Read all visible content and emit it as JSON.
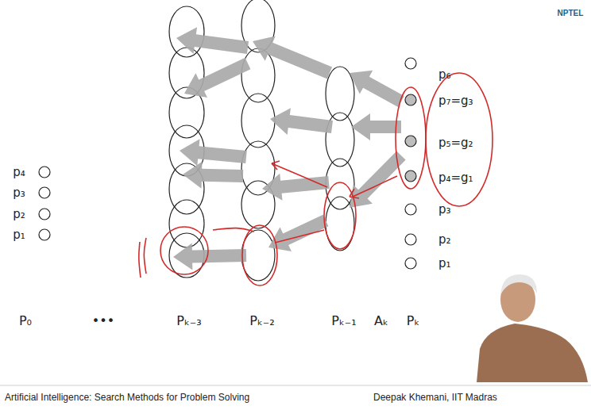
{
  "diagram": {
    "labels": [
      "NPTEL",
      "p₄",
      "p₃",
      "p₂",
      "p₁",
      "P₀",
      "•••",
      "Pₖ₋₃",
      "Pₖ₋₂",
      "Pₖ₋₁",
      "Aₖ",
      "Pₖ",
      "p₆",
      "p₇=g₃",
      "p₅=g₂",
      "p₄=g₁",
      "p₃",
      "p₂",
      "p₁",
      "Artificial Intelligence: Search Methods for Problem Solving",
      "Deepak Khemani, IIT Madras"
    ]
  }
}
